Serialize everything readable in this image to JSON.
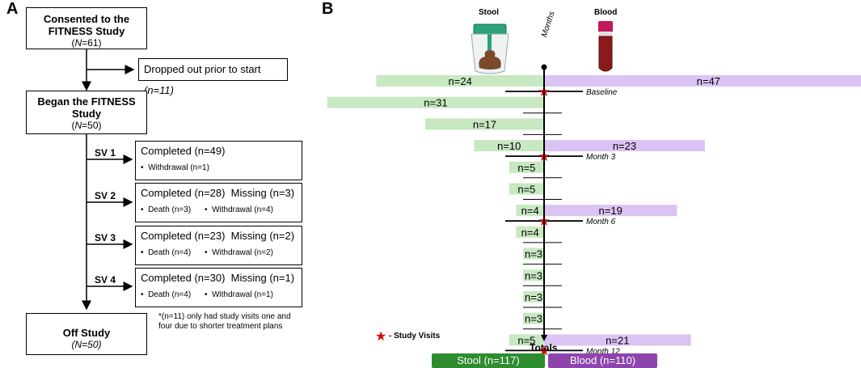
{
  "panel_a": {
    "letter": "A",
    "consented": {
      "line1": "Consented to the",
      "line2": "FITNESS Study",
      "n_prefix": "(",
      "n_var": "N",
      "n_val": "=61)"
    },
    "dropout": {
      "text": "Dropped out prior to start ",
      "n": "(n=11)"
    },
    "began": {
      "line1": "Began the FITNESS",
      "line2": "Study",
      "n_prefix": "(",
      "n_var": "N",
      "n_val": "=50)"
    },
    "visits": [
      {
        "label": "SV 1",
        "line1": "Completed (n=49)",
        "b1": "Withdrawal (n=1)",
        "b2": ""
      },
      {
        "label": "SV 2",
        "line1": "Completed (n=28)  Missing (n=3)",
        "b1": "Death (n=3)",
        "b2": "Withdrawal (n=4)"
      },
      {
        "label": "SV 3",
        "line1": "Completed (n=23)  Missing (n=2)",
        "b1": "Death (n=4)",
        "b2": "Withdrawal (n=2)"
      },
      {
        "label": "SV 4",
        "line1": "Completed (n=30)  Missing (n=1)",
        "b1": "Death (n=4)",
        "b2": "Withdrawal (n=1)"
      }
    ],
    "bullet": "•",
    "footnote": "*(n=11) only had study visits one and four due to shorter treatment plans",
    "off": {
      "line1": "Off Study",
      "n_prefix": "(",
      "n_var": "N",
      "n_val": "=50)"
    }
  },
  "panel_b": {
    "letter": "B",
    "stool_label": "Stool",
    "blood_label": "Blood",
    "axis_label": "Months",
    "totals_label": "Totals",
    "legend_star": "★",
    "legend_text": "- Study Visits",
    "stool_total": "Stool (n=117)",
    "blood_total": "Blood (n=110)",
    "colors": {
      "stool": "#c7e8c1",
      "blood": "#dbc3f4",
      "stool_total": "#2e8b2e",
      "blood_total": "#8e44ad",
      "star": "#e00000"
    },
    "rows": [
      {
        "stool": "n=24",
        "blood": "n=47",
        "mark": "Baseline"
      },
      {
        "stool": "n=31",
        "blood": "",
        "mark": ""
      },
      {
        "stool": "n=17",
        "blood": "",
        "mark": ""
      },
      {
        "stool": "n=10",
        "blood": "n=23",
        "mark": "Month 3"
      },
      {
        "stool": "n=5",
        "blood": "",
        "mark": ""
      },
      {
        "stool": "n=5",
        "blood": "",
        "mark": ""
      },
      {
        "stool": "n=4",
        "blood": "n=19",
        "mark": "Month 6"
      },
      {
        "stool": "n=4",
        "blood": "",
        "mark": ""
      },
      {
        "stool": "n=3",
        "blood": "",
        "mark": ""
      },
      {
        "stool": "n=3",
        "blood": "",
        "mark": ""
      },
      {
        "stool": "n=3",
        "blood": "",
        "mark": ""
      },
      {
        "stool": "n=3",
        "blood": "",
        "mark": ""
      },
      {
        "stool": "n=5",
        "blood": "n=21",
        "mark": "Month 12"
      }
    ]
  }
}
